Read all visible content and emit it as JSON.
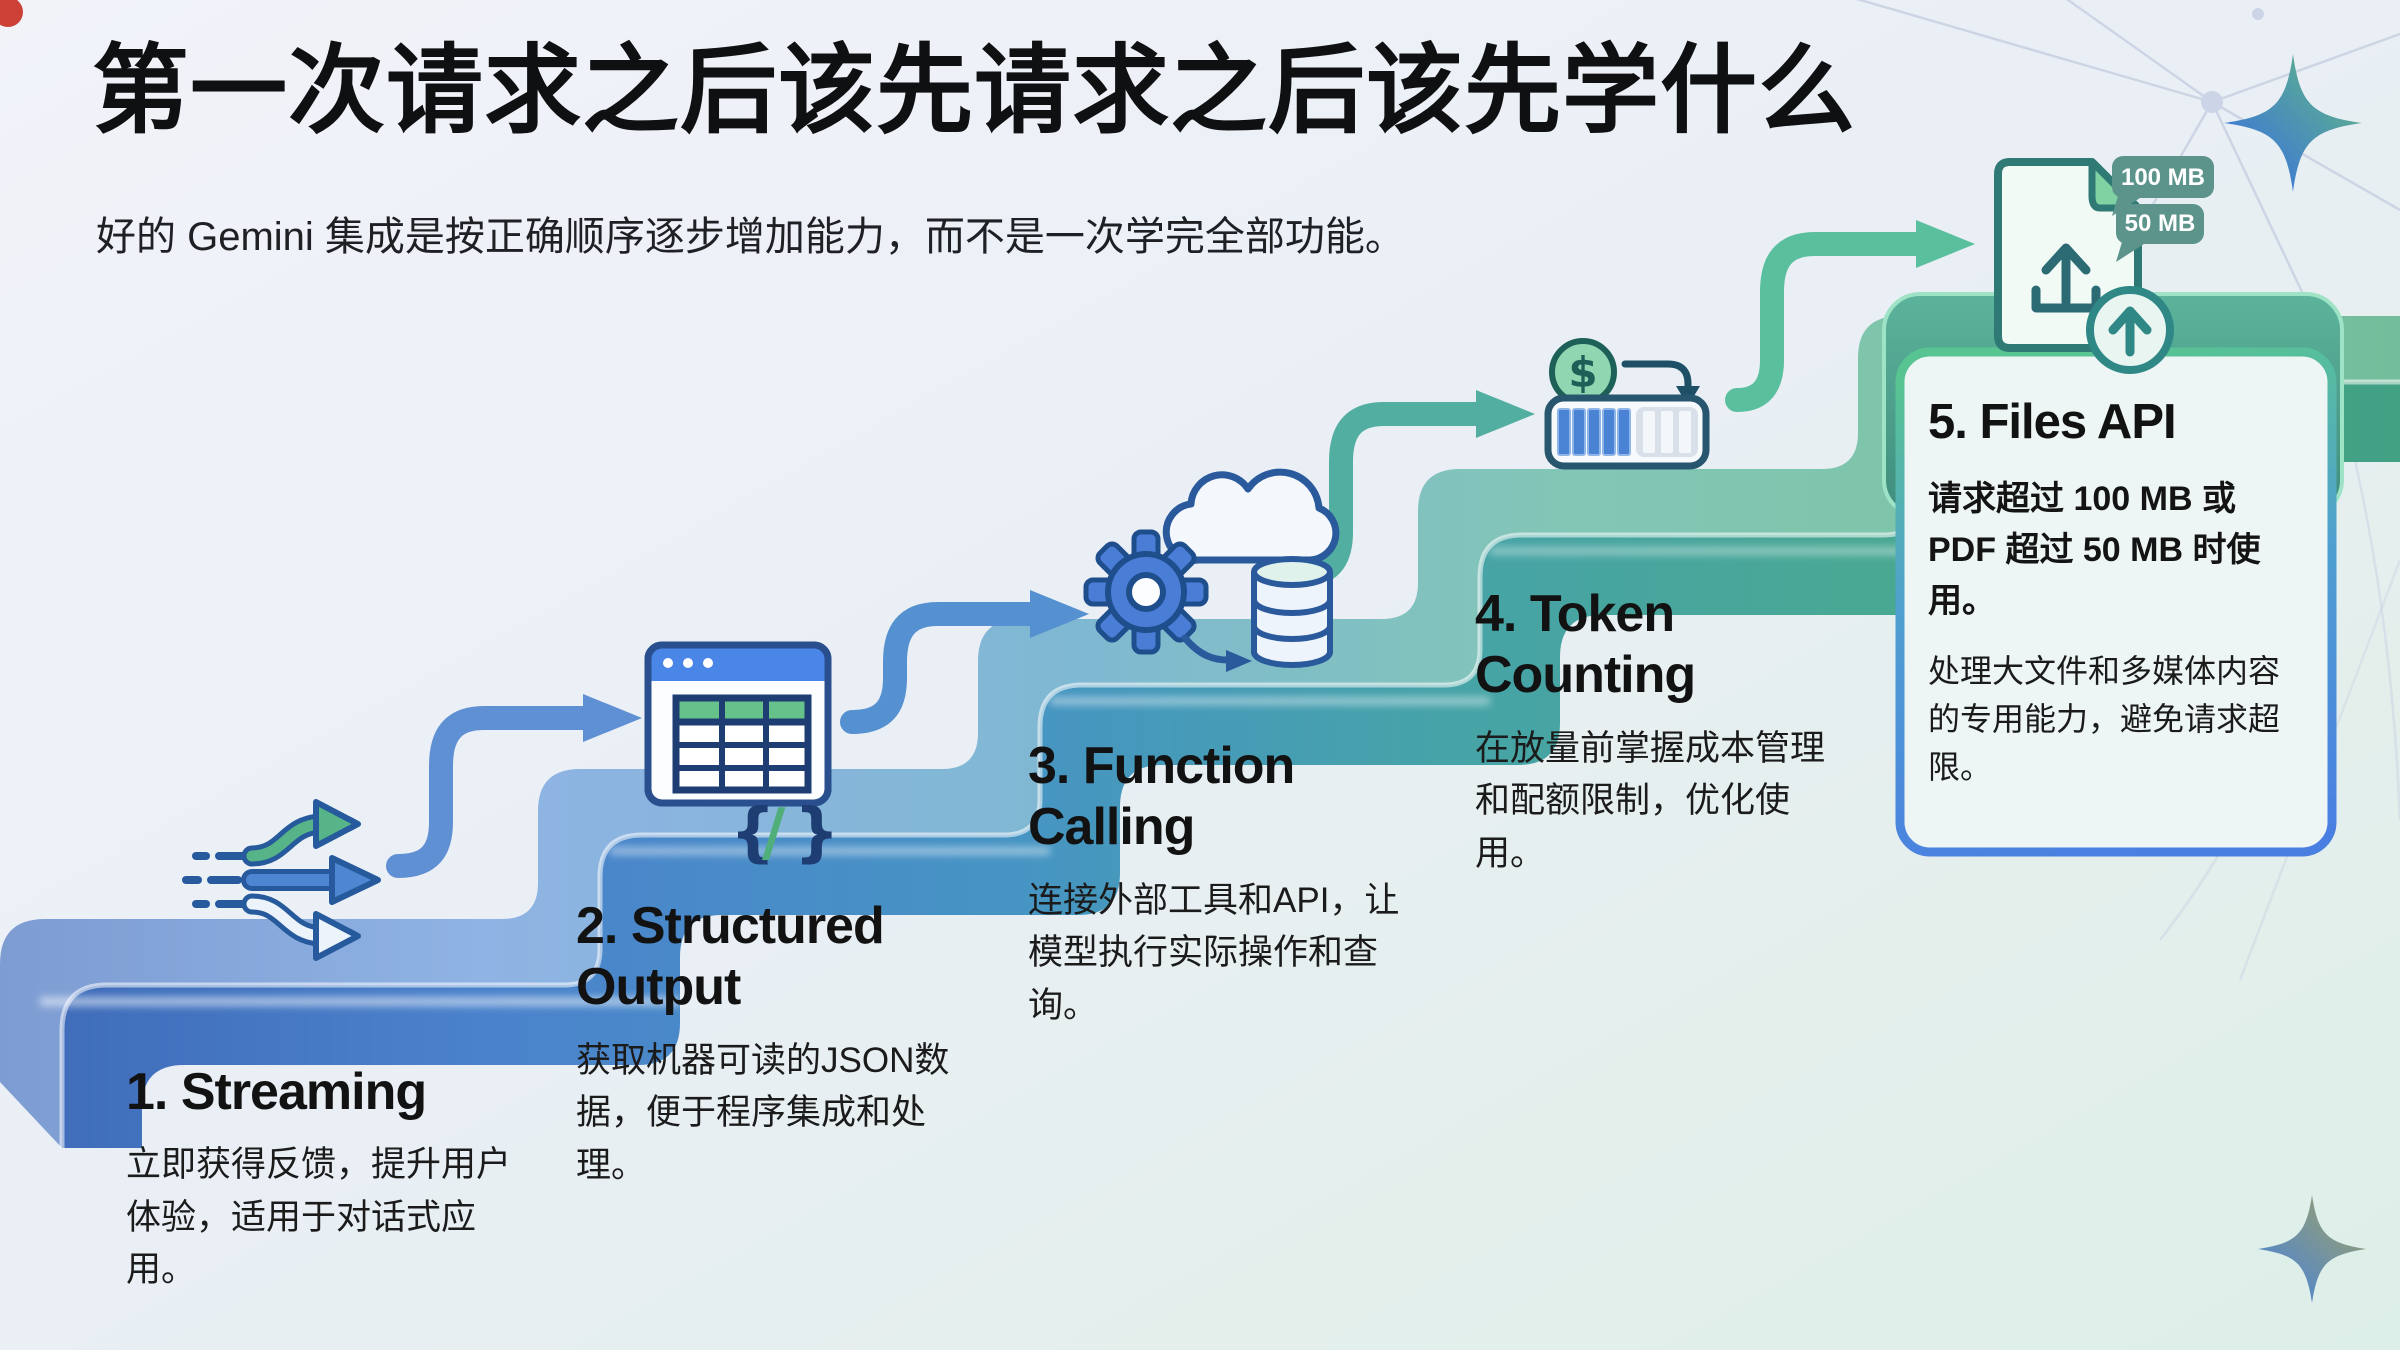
{
  "page": {
    "title": "第一次请求之后该先请求之后该先学什么",
    "subtitle": "好的 Gemini 集成是按正确顺序逐步增加能力，而不是一次学完全部功能。"
  },
  "steps": [
    {
      "heading": "1. Streaming",
      "body": "立即获得反馈，提升用户体验，适用于对话式应用。"
    },
    {
      "heading": "2. Structured Output",
      "body": "获取机器可读的JSON数据，便于程序集成和处理。"
    },
    {
      "heading": "3. Function Calling",
      "body": "连接外部工具和API，让模型执行实际操作和查询。"
    },
    {
      "heading": "4. Token Counting",
      "body": "在放量前掌握成本管理和配额限制，优化使用。"
    },
    {
      "heading": "5. Files API",
      "body_bold": "请求超过 100 MB 或 PDF 超过 50 MB 时使用。",
      "body": "处理大文件和多媒体内容的专用能力，避免请求超限。"
    }
  ],
  "badges": [
    "100 MB",
    "50 MB"
  ],
  "icons": {
    "step1": "streaming-arrows-icon",
    "step2": "structured-table-icon",
    "step3": "gear-cloud-database-icon",
    "step4": "coin-counter-icon",
    "step5": "file-upload-icon",
    "braces_open": "{",
    "braces_slash": "/",
    "braces_close": "}",
    "dollar": "$"
  },
  "colors": {
    "step_blue": "#3e6ab8",
    "step_teal": "#42a083",
    "card_border_green": "#58c492",
    "card_border_blue": "#4a7fe2",
    "badge_teal": "#5c948c",
    "text": "#161616"
  }
}
